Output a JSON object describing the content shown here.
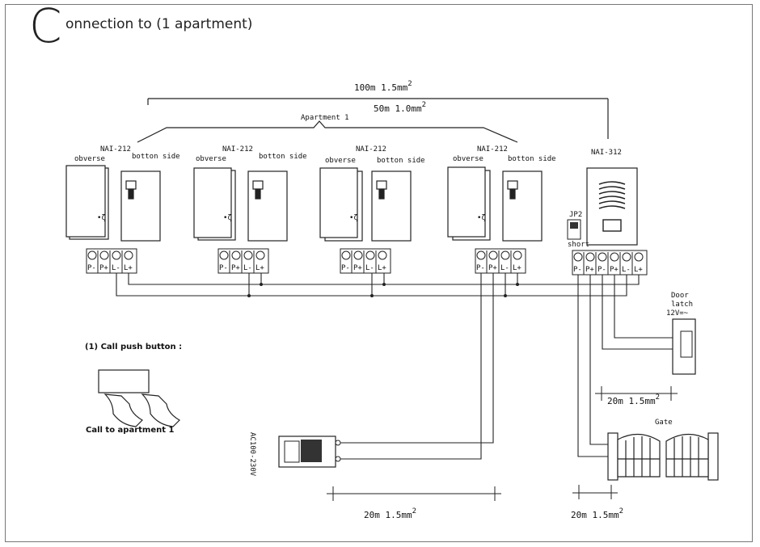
{
  "title": {
    "first_letter": "C",
    "rest": "onnection to (1 apartment)"
  },
  "dimensions": {
    "main_top": "100m  1.5mm",
    "main_bottom": "50m  1.0mm",
    "sup": "2",
    "door_latch_run": "20m  1.5mm",
    "power_run": "20m  1.5mm",
    "gate_run": "20m  1.5mm"
  },
  "apartment_label": "Apartment 1",
  "monitors": [
    {
      "model": "NAI-212",
      "front_label": "obverse",
      "back_label": "botton side"
    },
    {
      "model": "NAI-212",
      "front_label": "obverse",
      "back_label": "botton side"
    },
    {
      "model": "NAI-212",
      "front_label": "obverse",
      "back_label": "botton side"
    },
    {
      "model": "NAI-212",
      "front_label": "obverse",
      "back_label": "botton side"
    }
  ],
  "monitor_terminals": [
    "P-",
    "P+",
    "L-",
    "L+"
  ],
  "door_station": {
    "model": "NAI-312",
    "jumper": "JP2",
    "jumper_note": "short",
    "terminals": [
      "P-",
      "P+",
      "P-",
      "P+",
      "L-",
      "L+"
    ]
  },
  "door_latch": {
    "line1": "Door",
    "line2": "latch",
    "line3": "12V=~"
  },
  "gate_label": "Gate",
  "power_supply_label": "AC100-230V",
  "call_push_button": {
    "heading": "(1) Call push button :",
    "caption": "Call to apartment 1"
  }
}
